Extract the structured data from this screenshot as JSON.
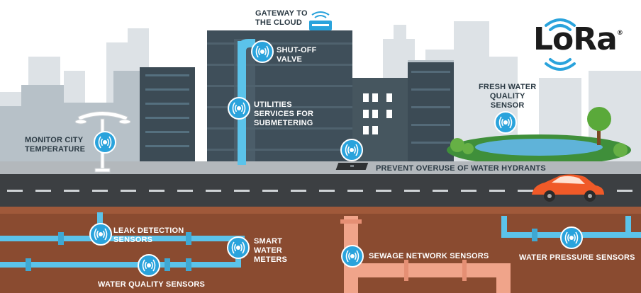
{
  "logo": {
    "text": "LoRa",
    "mark": "®"
  },
  "labels": {
    "gateway": "GATEWAY TO\nTHE CLOUD",
    "shutoff": "SHUT-OFF\nVALVE",
    "utilities": "UTILITIES\nSERVICES FOR\nSUBMETERING",
    "monitor": "MONITOR CITY\nTEMPERATURE",
    "fresh_water": "FRESH WATER\nQUALITY\nSENSOR",
    "hydrants": "PREVENT OVERUSE OF WATER HYDRANTS",
    "leak": "LEAK DETECTION\nSENSORS",
    "smart_meters": "SMART\nWATER\nMETERS",
    "sewage": "SEWAGE NETWORK SENSORS",
    "pressure": "WATER PRESSURE SENSORS",
    "water_quality": "WATER QUALITY SENSORS"
  },
  "colors": {
    "sky": "#ffffff",
    "building_back": "#d9dee2",
    "building_mid": "#b4bec5",
    "building_dark": "#3d4d58",
    "road": "#3b3e41",
    "ground": "#8b4a2f",
    "water_pipe": "#5bc3ea",
    "sewage_pipe": "#f0a48a",
    "sensor": "#2aa3dc",
    "car": "#f05a28"
  },
  "icons": [
    "sensor-icon",
    "gateway-router-icon",
    "lora-signal-icon",
    "street-lamp-icon",
    "tree-icon",
    "car-icon",
    "manhole-icon"
  ]
}
